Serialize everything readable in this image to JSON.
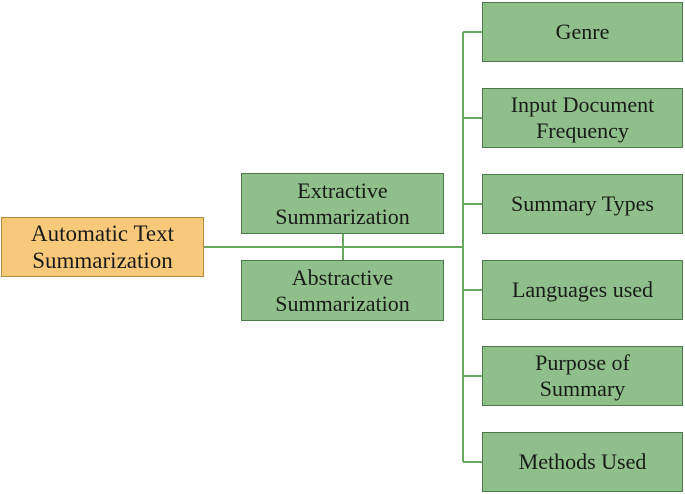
{
  "diagram": {
    "root": {
      "label": "Automatic Text\nSummarization"
    },
    "approaches": [
      {
        "label": "Extractive\nSummarization"
      },
      {
        "label": "Abstractive\nSummarization"
      }
    ],
    "factors": [
      {
        "label": "Genre"
      },
      {
        "label": "Input Document\nFrequency"
      },
      {
        "label": "Summary Types"
      },
      {
        "label": "Languages used"
      },
      {
        "label": "Purpose of\nSummary"
      },
      {
        "label": "Methods Used"
      }
    ],
    "colors": {
      "box_fill": "#8fbf8a",
      "box_border": "#4e7a4b",
      "root_fill": "#f8c97a",
      "root_border": "#b08a3e",
      "connector": "#6aa864"
    }
  }
}
